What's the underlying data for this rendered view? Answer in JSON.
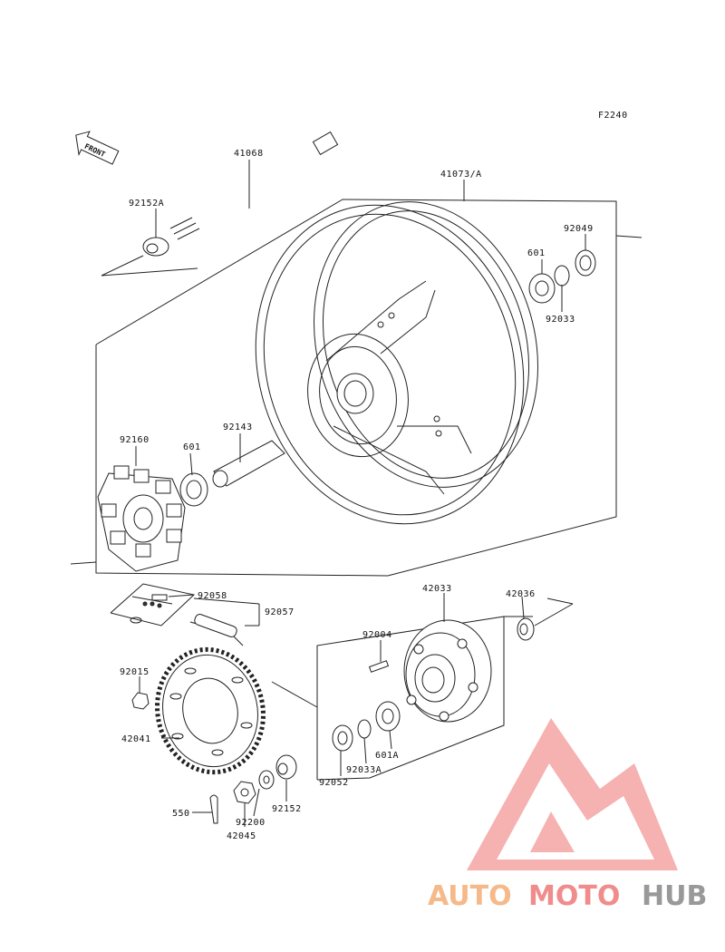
{
  "diagram_code": "F2240",
  "front_label": "FRONT",
  "watermark": {
    "part1": "AUTO",
    "part2": "MOTO",
    "part3": "HUB"
  },
  "labels": {
    "p41068": "41068",
    "p41073": "41073/A",
    "p92152A": "92152A",
    "p92049": "92049",
    "p601a": "601",
    "p92033": "92033",
    "p92143": "92143",
    "p92160": "92160",
    "p601b": "601",
    "p92058": "92058",
    "p92057": "92057",
    "p42033": "42033",
    "p42036": "42036",
    "p92004": "92004",
    "p92015": "92015",
    "p42041": "42041",
    "p92033A": "92033A",
    "p601A": "601A",
    "p92052": "92052",
    "p92152": "92152",
    "p92200": "92200",
    "p550": "550",
    "p42045": "42045"
  }
}
